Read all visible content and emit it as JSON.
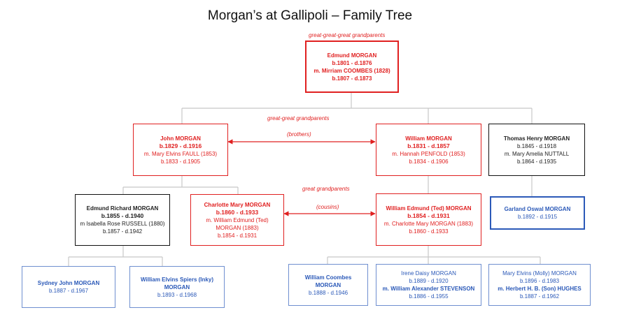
{
  "title": "Morgan’s at Gallipoli – Family Tree",
  "generations": {
    "g3": "great-great-great grandparents",
    "g2": "great-great grandparents",
    "g1": "great grandparents"
  },
  "relations": {
    "brothers": "(brothers)",
    "cousins": "(cousins)"
  },
  "people": {
    "edmund": [
      "Edmund MORGAN",
      "b.1801 - d.1876",
      "m. Mirriam COOMBES (1828)",
      "b.1807 - d.1873"
    ],
    "john": [
      "John MORGAN",
      "b.1829 - d.1916",
      "m. Mary Elvins FAULL (1853)",
      "b.1833 - d.1905"
    ],
    "william": [
      "William MORGAN",
      "b.1831 - d.1857",
      "m. Hannah PENFOLD (1853)",
      "b.1834 - d.1906"
    ],
    "thomas": [
      "Thomas Henry MORGAN",
      "b.1845 - d.1918",
      "m. Mary Amelia NUTTALL",
      "b.1864 - d.1935"
    ],
    "edmund_richard": [
      "Edmund Richard MORGAN",
      "b.1855 - d.1940",
      "m Isabella Rose RUSSELL (1880)",
      "b.1857 - d.1942"
    ],
    "charlotte": [
      "Charlotte Mary MORGAN",
      "b.1860 - d.1933",
      "m. William Edmund (Ted)",
      "MORGAN (1883)",
      "b.1854 - d.1931"
    ],
    "william_edmund": [
      "William Edmund (Ted) MORGAN",
      "b.1854 - d.1931",
      "m. Charlotte Mary MORGAN (1883)",
      "b.1860 - d.1933"
    ],
    "garland": [
      "Garland Oswal MORGAN",
      "b.1892 - d.1915"
    ],
    "sydney": [
      "Sydney John MORGAN",
      "b.1887 - d.1967"
    ],
    "william_elvins": [
      "William Elvins Spiers (Inky)",
      "MORGAN",
      "b.1893 - d.1968"
    ],
    "william_coombes": [
      "William Coombes",
      "MORGAN",
      "b.1888 - d.1946"
    ],
    "irene": [
      "Irene Daisy MORGAN",
      "b.1889 - d.1920",
      "m. William Alexander STEVENSON",
      "b.1886 - d.1955"
    ],
    "mary_elvins": [
      "Mary Elvins (Molly) MORGAN",
      "b.1896 - d.1983",
      "m. Herbert H. B. (Son) HUGHES",
      "b.1887 - d.1962"
    ]
  },
  "colors": {
    "red": "#e02020",
    "blue": "#2b59b8",
    "line": "#c8c8c8"
  }
}
